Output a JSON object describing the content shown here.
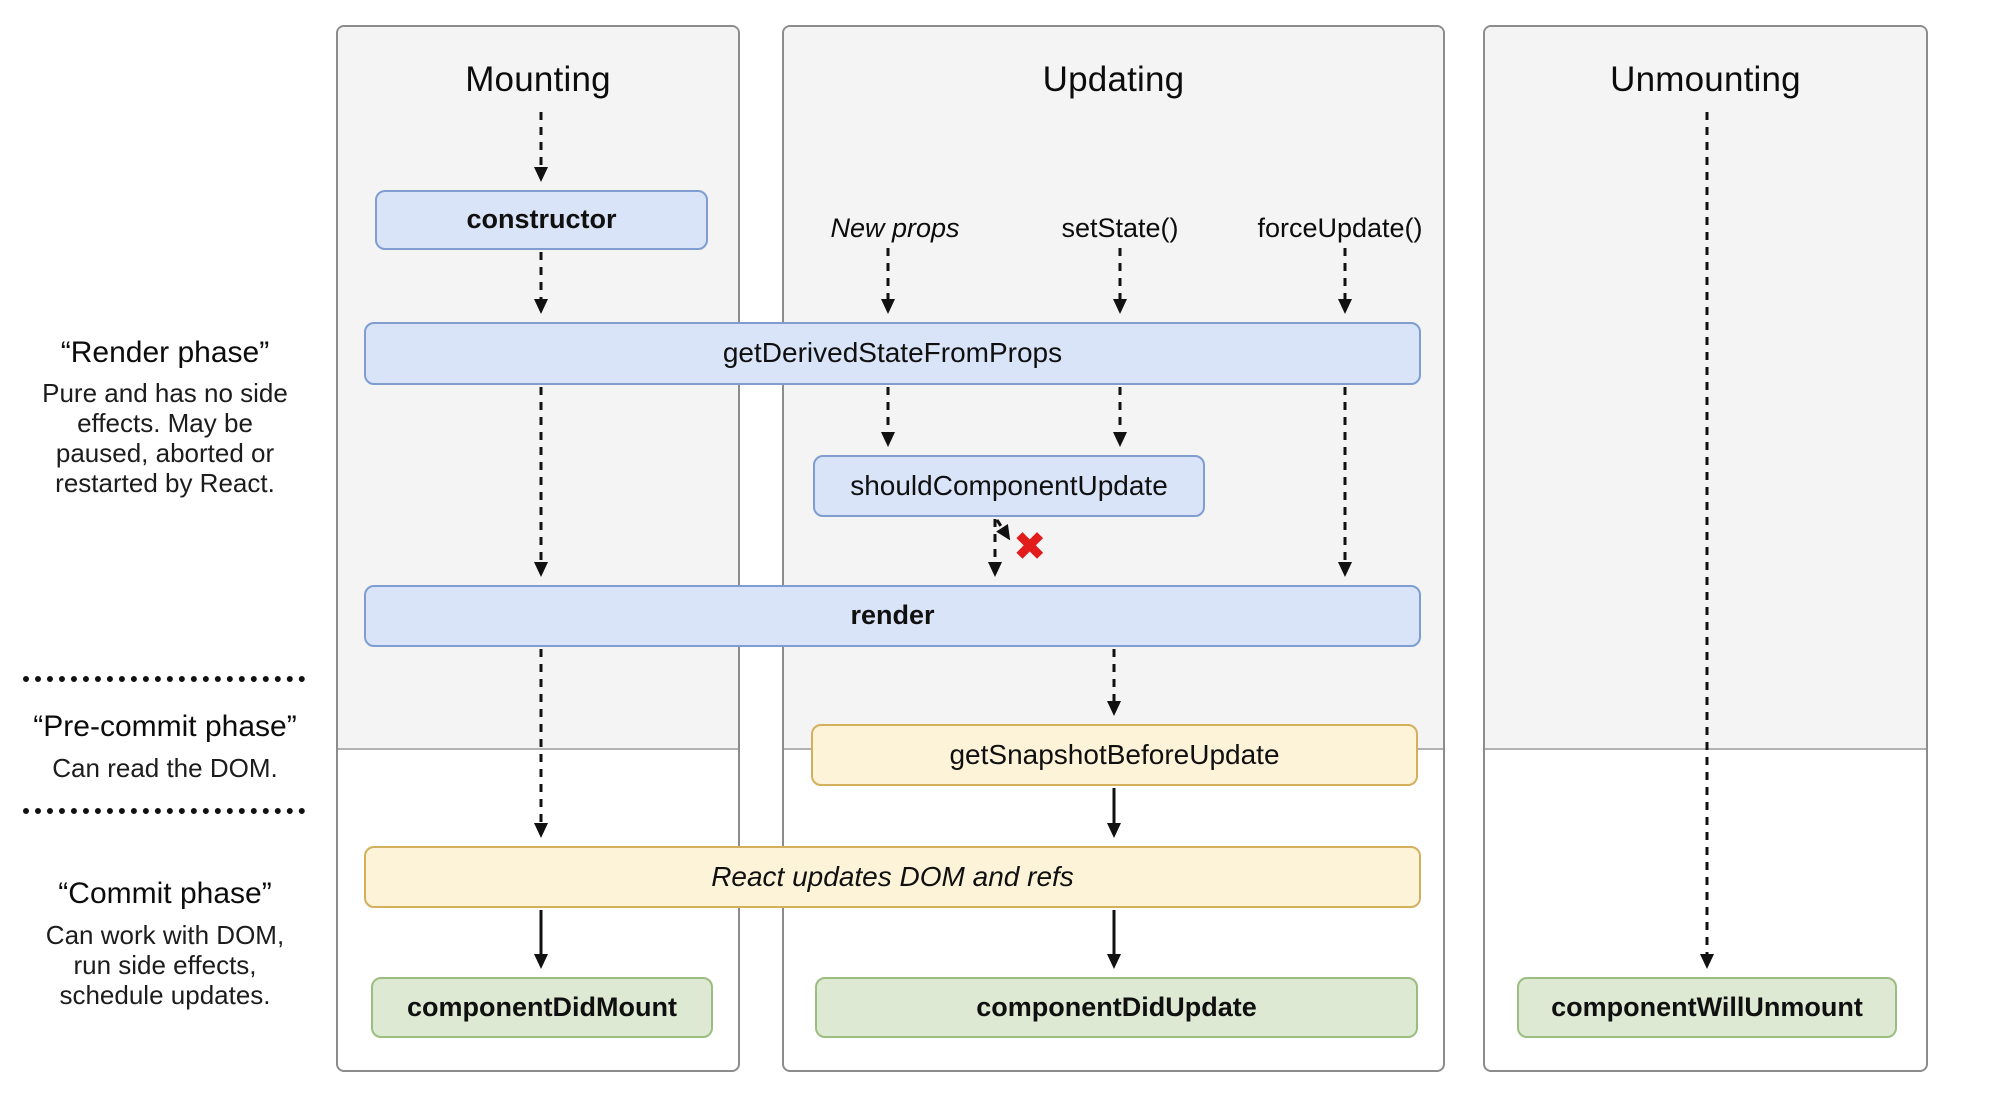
{
  "columns": [
    {
      "title": "Mounting"
    },
    {
      "title": "Updating"
    },
    {
      "title": "Unmounting"
    }
  ],
  "phases": [
    {
      "title": "“Render phase”",
      "description": "Pure and has no side effects. May be paused, aborted or restarted by React."
    },
    {
      "title": "“Pre-commit phase”",
      "description": "Can read the DOM."
    },
    {
      "title": "“Commit phase”",
      "description": "Can work with DOM, run side effects, schedule updates."
    }
  ],
  "triggers": [
    {
      "label": "New props"
    },
    {
      "label": "setState()"
    },
    {
      "label": "forceUpdate()"
    }
  ],
  "nodes": {
    "constructor": {
      "label": "constructor"
    },
    "getDerivedStateFromProps": {
      "label": "getDerivedStateFromProps"
    },
    "shouldComponentUpdate": {
      "label": "shouldComponentUpdate"
    },
    "render": {
      "label": "render"
    },
    "getSnapshotBeforeUpdate": {
      "label": "getSnapshotBeforeUpdate"
    },
    "reactUpdatesDom": {
      "label": "React updates DOM and refs"
    },
    "componentDidMount": {
      "label": "componentDidMount"
    },
    "componentDidUpdate": {
      "label": "componentDidUpdate"
    },
    "componentWillUnmount": {
      "label": "componentWillUnmount"
    }
  },
  "markers": {
    "no_rerender": "✖"
  },
  "colors": {
    "node_blue_fill": "#d9e4f8",
    "node_blue_border": "#7f9dd1",
    "node_yellow_fill": "#fcf3d8",
    "node_yellow_border": "#d4af5e",
    "node_green_fill": "#dde9d2",
    "node_green_border": "#9cbd82",
    "column_bg": "#f4f4f4",
    "column_border": "#8c8c8c",
    "no_rerender_red": "#e21b1b",
    "line": "#111111"
  }
}
